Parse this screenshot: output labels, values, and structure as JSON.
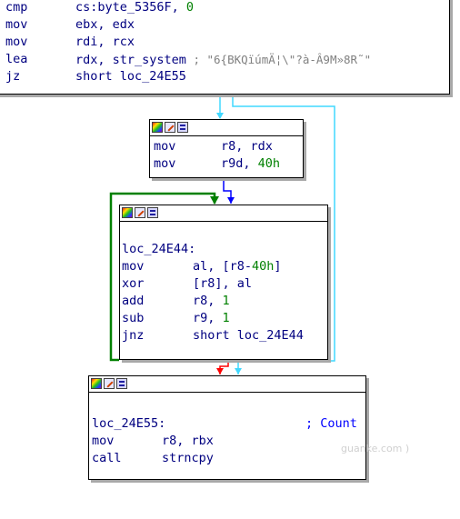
{
  "block1": {
    "lines": [
      {
        "mnemonic": "cmp",
        "operand": "cs:byte_5356F, ",
        "imm": "0",
        "comment": ""
      },
      {
        "mnemonic": "mov",
        "operand": "ebx, edx",
        "imm": "",
        "comment": ""
      },
      {
        "mnemonic": "mov",
        "operand": "rdi, rcx",
        "imm": "",
        "comment": ""
      },
      {
        "mnemonic": "lea",
        "operand": "rdx, str_system",
        "imm": "",
        "comment": " ; \"6{BKQïúmÄ¦\\\"?à-Â9M»8R˜\""
      },
      {
        "mnemonic": "jz",
        "operand": "short loc_24E55",
        "imm": "",
        "comment": ""
      }
    ]
  },
  "block2": {
    "lines": [
      {
        "mnemonic": "mov",
        "operand": "r8, rdx",
        "imm": ""
      },
      {
        "mnemonic": "mov",
        "operand": "r9d, ",
        "imm": "40h"
      }
    ]
  },
  "block3": {
    "label": "loc_24E44:",
    "lines": [
      {
        "mnemonic": "mov",
        "operand": "al, [r8-",
        "imm": "40h",
        "tail": "]"
      },
      {
        "mnemonic": "xor",
        "operand": "[r8], al",
        "imm": "",
        "tail": ""
      },
      {
        "mnemonic": "add",
        "operand": "r8, ",
        "imm": "1",
        "tail": ""
      },
      {
        "mnemonic": "sub",
        "operand": "r9, ",
        "imm": "1",
        "tail": ""
      },
      {
        "mnemonic": "jnz",
        "operand": "short loc_24E44",
        "imm": "",
        "tail": ""
      }
    ]
  },
  "block4": {
    "label": "loc_24E55:",
    "label_comment": "; Count",
    "lines": [
      {
        "mnemonic": "mov",
        "operand": "r8, rbx"
      },
      {
        "mnemonic": "call",
        "operand": "strncpy"
      }
    ]
  },
  "watermark": "guanke.com )",
  "colors": {
    "edge_true": "#008000",
    "edge_false": "#ff0000",
    "edge_normal": "#0000ff",
    "edge_cyan": "#40d8ff",
    "text": "#000080",
    "immediate": "#008000"
  }
}
